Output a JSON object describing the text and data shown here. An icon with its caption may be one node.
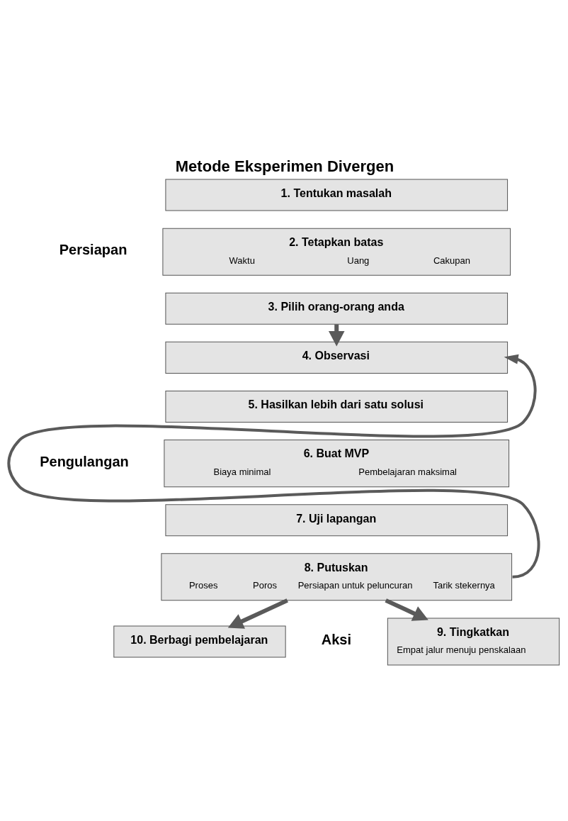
{
  "diagram": {
    "title": "Metode Eksperimen Divergen",
    "nodes": [
      {
        "text": [
          "1. Tentukan masalah"
        ]
      },
      {
        "text": [
          "2. Tetapkan batas",
          "Waktu",
          "Uang",
          "Cakupan"
        ]
      },
      {
        "text": [
          "3. Pilih orang-orang anda"
        ]
      },
      {
        "text": [
          "4. Observasi"
        ]
      },
      {
        "text": [
          "5. Hasilkan lebih dari satu solusi"
        ]
      },
      {
        "text": [
          "6. Buat MVP",
          "Biaya minimal",
          "Pembelajaran maksimal"
        ]
      },
      {
        "text": [
          "7. Uji lapangan"
        ]
      },
      {
        "text": [
          "8. Putuskan",
          "Proses",
          "Poros",
          "Persiapan untuk peluncuran",
          "Tarik stekernya"
        ]
      },
      {
        "text": [
          "9. Tingkatkan",
          "Empat jalur menuju penskalaan"
        ]
      },
      {
        "text": [
          "10. Berbagi pembelajaran"
        ]
      }
    ],
    "edges": [
      {
        "from": 2,
        "to": 3,
        "arrow": "to"
      },
      {
        "from": 7,
        "to": 3,
        "arrow": "to"
      },
      {
        "from": 7,
        "to": 8,
        "arrow": "to"
      },
      {
        "from": 7,
        "to": 9,
        "arrow": "to"
      }
    ],
    "labels": [
      "Persiapan",
      "Pengulangan",
      "Aksi"
    ]
  }
}
